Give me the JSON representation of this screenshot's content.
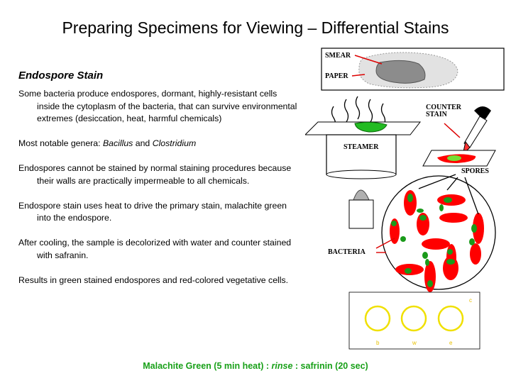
{
  "slide": {
    "title": "Preparing Specimens for Viewing – Differential Stains",
    "subhead": "Endospore Stain",
    "paragraphs": [
      {
        "text": "Some bacteria produce endospores, dormant, highly-resistant cells inside the cytoplasm of the bacteria, that can survive environmental extremes (desiccation, heat, harmful chemicals)"
      },
      {
        "pre": "Most notable genera: ",
        "em1": "Bacillus",
        "mid": " and ",
        "em2": "Clostridium"
      },
      {
        "text": "Endospores cannot be stained by normal staining procedures because their walls are practically impermeable to all chemicals."
      },
      {
        "text": "Endospore stain uses heat to drive the primary stain, malachite green into the endospore."
      },
      {
        "text": "After cooling, the sample is decolorized with water and counter stained with safranin."
      },
      {
        "text": "Results in green stained endospores and red-colored vegetative cells."
      }
    ],
    "footer": {
      "pre": "Malachite Green (5 min heat) : ",
      "em": "rinse",
      "post": " : safrinin (20 sec)"
    }
  },
  "diagram": {
    "labels": {
      "smear": "SMEAR",
      "paper": "PAPER",
      "counter_stain_1": "COUNTER",
      "counter_stain_2": "STAIN",
      "steamer": "STEAMER",
      "spores": "SPORES",
      "bacteria": "BACTERIA"
    },
    "colors": {
      "spore": "#1a9a1a",
      "cell": "#ff0000",
      "label": "#e8c000"
    },
    "legend_box": {
      "letters": [
        "b",
        "w",
        "e"
      ],
      "corner": "c"
    }
  }
}
